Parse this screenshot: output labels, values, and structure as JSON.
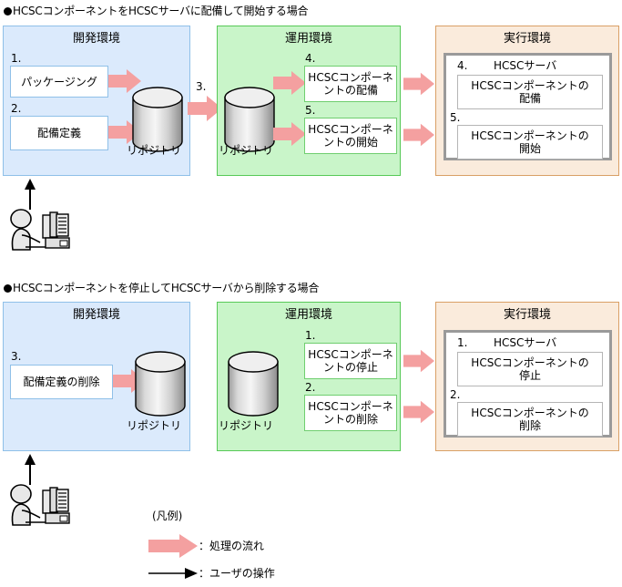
{
  "colors": {
    "dev_bg": "#dbeafc",
    "dev_border": "#8fc0e8",
    "ops_bg": "#c9f5c9",
    "ops_border": "#57c957",
    "run_bg": "#faebdc",
    "run_border": "#d9a066",
    "arrow_pink": "#f4a0a0",
    "server_frame": "#9a9a9a"
  },
  "sections": [
    {
      "heading": "HCSCコンポーネントをHCSCサーバに配備して開始する場合",
      "dev": {
        "title": "開発環境",
        "steps": [
          {
            "num": "1.",
            "label": "パッケージング"
          },
          {
            "num": "2.",
            "label": "配備定義"
          }
        ],
        "repository": "リポジトリ"
      },
      "transfer_num": "3.",
      "ops": {
        "title": "運用環境",
        "repository": "リポジトリ",
        "steps": [
          {
            "num": "4.",
            "line1": "HCSCコンポーネ",
            "line2": "ントの配備"
          },
          {
            "num": "5.",
            "line1": "HCSCコンポーネ",
            "line2": "ントの開始"
          }
        ]
      },
      "run": {
        "title": "実行環境",
        "server_title": "HCSCサーバ",
        "steps": [
          {
            "num": "4.",
            "line1": "HCSCコンポーネントの",
            "line2": "配備"
          },
          {
            "num": "5.",
            "line1": "HCSCコンポーネントの",
            "line2": "開始"
          }
        ]
      }
    },
    {
      "heading": "HCSCコンポーネントを停止してHCSCサーバから削除する場合",
      "dev": {
        "title": "開発環境",
        "steps": [
          {
            "num": "3.",
            "label": "配備定義の削除"
          }
        ],
        "repository": "リポジトリ"
      },
      "ops": {
        "title": "運用環境",
        "repository": "リポジトリ",
        "steps": [
          {
            "num": "1.",
            "line1": "HCSCコンポーネ",
            "line2": "ントの停止"
          },
          {
            "num": "2.",
            "line1": "HCSCコンポーネ",
            "line2": "ントの削除"
          }
        ]
      },
      "run": {
        "title": "実行環境",
        "server_title": "HCSCサーバ",
        "steps": [
          {
            "num": "1.",
            "line1": "HCSCコンポーネントの",
            "line2": "停止"
          },
          {
            "num": "2.",
            "line1": "HCSCコンポーネントの",
            "line2": "削除"
          }
        ]
      }
    }
  ],
  "legend": {
    "title": "(凡例)",
    "flow_label": "：処理の流れ",
    "user_label": "：ユーザの操作"
  }
}
